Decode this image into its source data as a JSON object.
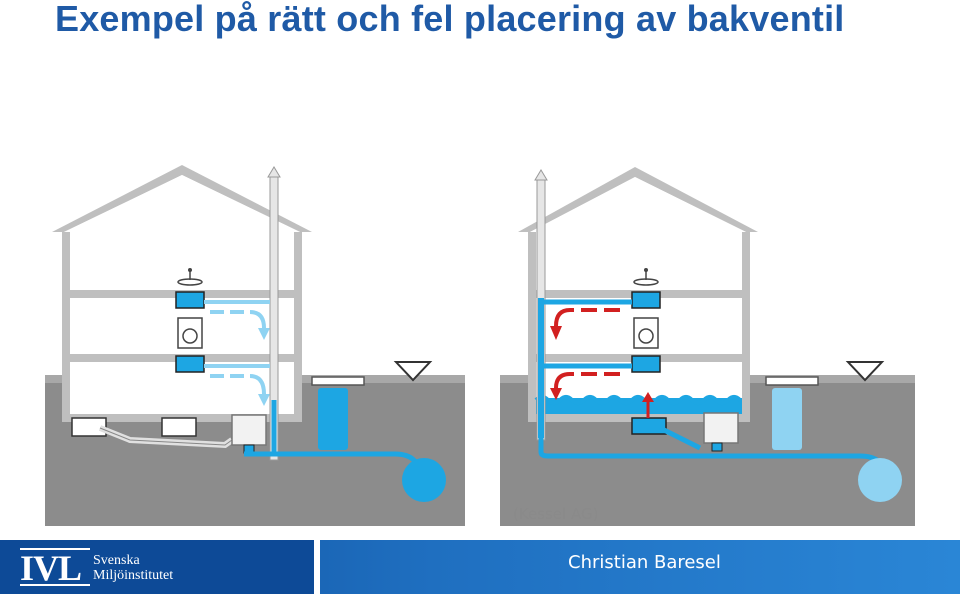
{
  "page": {
    "title": "Exempel på rätt och fel placering av bakventil"
  },
  "image_credit": "(Kessel AG)",
  "footer": {
    "logo_text": "IVL",
    "org_line1": "Svenska",
    "org_line2": "Miljöinstitutet",
    "author": "Christian Baresel"
  },
  "colors": {
    "title": "#1f5aa6",
    "water": "#1da6e3",
    "water_light": "#8fd3f2",
    "ground": "#8c8c8c",
    "wall": "#bfbfbf",
    "backflow_arrow": "#d22020",
    "footer": "#1560b0"
  },
  "icons": [
    "washbasin-icon",
    "washing-machine-icon",
    "ground-level-triangle-icon",
    "backflow-arrow-icon",
    "flow-arrow-icon"
  ]
}
